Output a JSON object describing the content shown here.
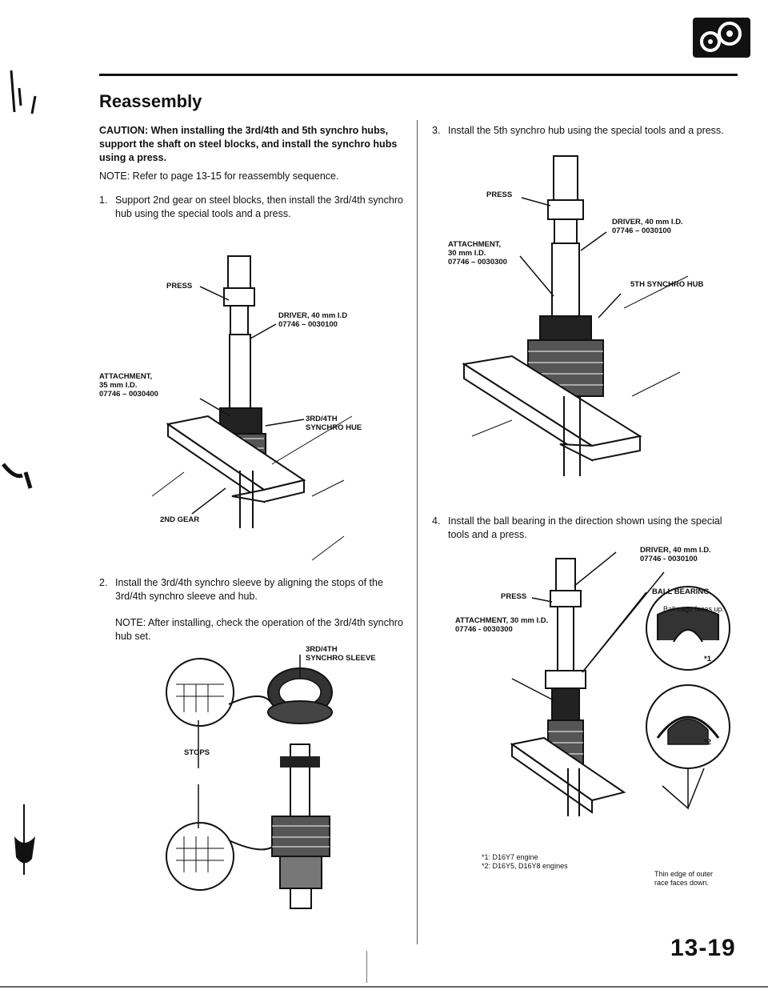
{
  "section": {
    "title": "Reassembly",
    "caution": "CAUTION: When installing the 3rd/4th and 5th synchro hubs, support the shaft on steel blocks, and install the synchro hubs using a press.",
    "note": "NOTE: Refer to page 13-15 for reassembly sequence."
  },
  "steps": [
    {
      "num": "1.",
      "text": "Support 2nd gear on steel blocks, then install the 3rd/4th synchro hub using the special tools and a press."
    },
    {
      "num": "2.",
      "text": "Install the 3rd/4th synchro sleeve by aligning the stops of the 3rd/4th synchro sleeve and hub.",
      "note": "NOTE: After installing, check the operation of the 3rd/4th synchro hub set."
    },
    {
      "num": "3.",
      "text": "Install the 5th synchro hub using the special tools and a press."
    },
    {
      "num": "4.",
      "text": "Install the ball bearing in the direction shown using the special tools and a press."
    }
  ],
  "figure1": {
    "press": "PRESS",
    "driver": "DRIVER, 40 mm I.D",
    "driver_pn": "07746 – 0030100",
    "attachment": "ATTACHMENT,",
    "attachment_size": "35 mm I.D.",
    "attachment_pn": "07746 – 0030400",
    "hub": "3RD/4TH",
    "hub2": "SYNCHRO HUE",
    "gear": "2ND GEAR"
  },
  "figure2": {
    "sleeve": "3RD/4TH",
    "sleeve2": "SYNCHRO SLEEVE",
    "stops": "STOPS"
  },
  "figure3": {
    "press": "PRESS",
    "driver": "DRIVER, 40 mm I.D.",
    "driver_pn": "07746 – 0030100",
    "attachment": "ATTACHMENT,",
    "attachment_size": "30 mm I.D.",
    "attachment_pn": "07746 – 0030300",
    "hub": "5TH SYNCHRO HUB"
  },
  "figure4": {
    "driver": "DRIVER, 40 mm I.D.",
    "driver_pn": "07746 - 0030100",
    "press": "PRESS",
    "bearing": "BALL BEARING",
    "cage_note": "Ball cage faces up.",
    "attachment": "ATTACHMENT, 30 mm I.D.",
    "attachment_pn": "07746 - 0030300",
    "mark1": "*1",
    "mark2": "*2",
    "footnote1": "*1: D16Y7 engine",
    "footnote2": "*2: D16Y5, D16Y8 engines",
    "race_note": "Thin edge of outer",
    "race_note2": "race faces down."
  },
  "page": {
    "number": "13-19"
  }
}
